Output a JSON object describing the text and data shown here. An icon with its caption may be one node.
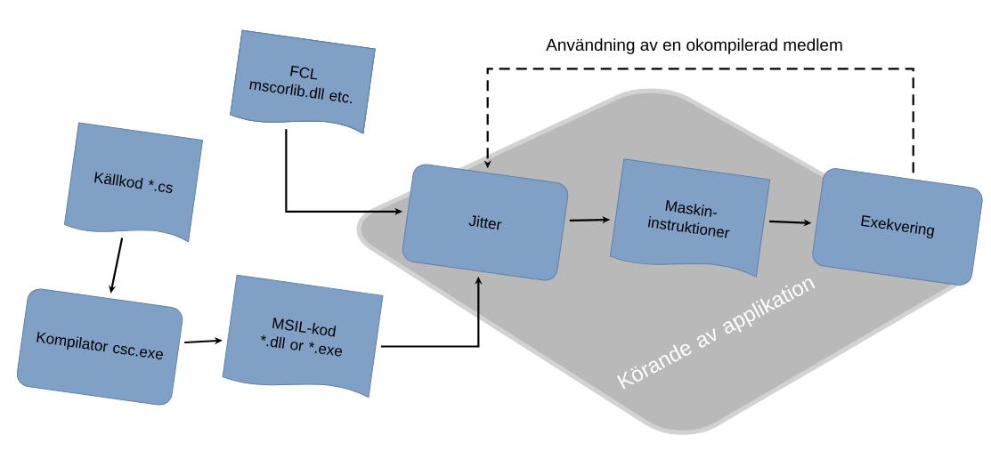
{
  "diagram": {
    "nodes": [
      {
        "text": [
          "FCL mscorlib.dll etc."
        ]
      },
      {
        "text": [
          "Källkod *.cs"
        ]
      },
      {
        "text": [
          "Kompilator csc.exe"
        ]
      },
      {
        "text": [
          "MSIL-kod *.dll or *.exe"
        ]
      },
      {
        "text": [
          "Körande av applikation"
        ]
      },
      {
        "text": [
          "Jitter"
        ],
        "in": 4
      },
      {
        "text": [
          "Maskin- instruktioner"
        ],
        "in": 4
      },
      {
        "text": [
          "Exekvering"
        ],
        "in": 4
      }
    ],
    "edges": [
      {
        "from": 0,
        "to": 5,
        "arrow": "to"
      },
      {
        "from": 1,
        "to": 2,
        "arrow": "to"
      },
      {
        "from": 2,
        "to": 3,
        "arrow": "to"
      },
      {
        "from": 3,
        "to": 5,
        "arrow": "to"
      },
      {
        "from": 5,
        "to": 6,
        "arrow": "to"
      },
      {
        "from": 6,
        "to": 7,
        "arrow": "to"
      },
      {
        "from": 7,
        "to": 5,
        "arrow": "to",
        "style": "dashed",
        "label": "Användning av en okompilerad medlem"
      }
    ]
  }
}
